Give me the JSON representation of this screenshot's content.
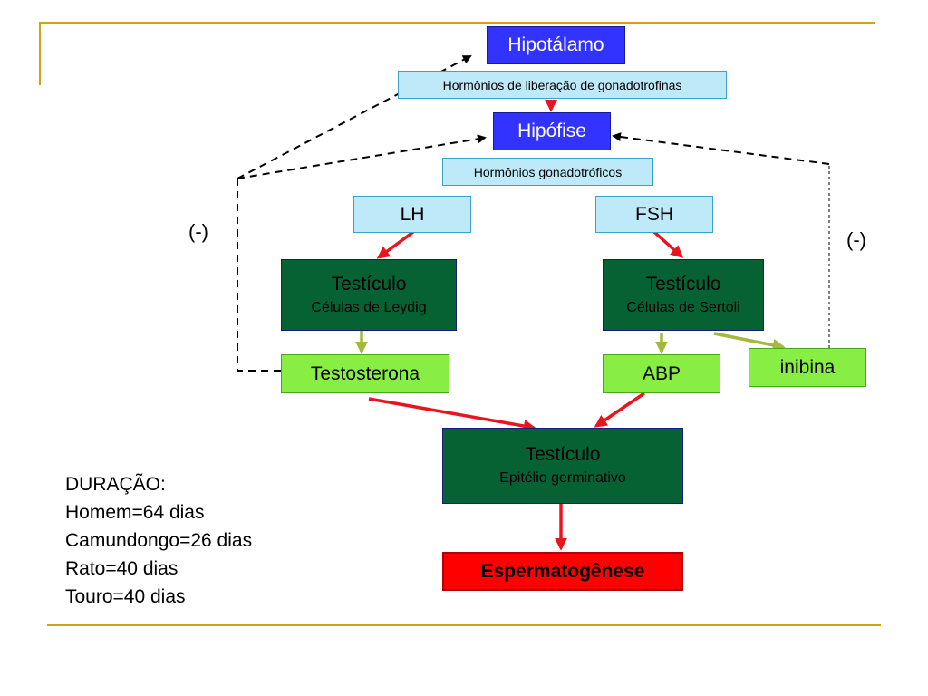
{
  "diagram": {
    "nodes": {
      "hipotalamo": "Hipotálamo",
      "liberacao": "Hormônios de liberação de gonadotrofinas",
      "hipofise": "Hipófise",
      "gonadotroficos": "Hormônios gonadotróficos",
      "lh": "LH",
      "fsh": "FSH",
      "testiculo_leydig": {
        "title": "Testículo",
        "subtitle": "Células de Leydig"
      },
      "testiculo_sertoli": {
        "title": "Testículo",
        "subtitle": "Células de Sertoli"
      },
      "testosterona": "Testosterona",
      "abp": "ABP",
      "inibina": "inibina",
      "testiculo_epitelio": {
        "title": "Testículo",
        "subtitle": "Epitélio germinativo"
      },
      "espermatogenese": "Espermatogênese"
    },
    "feedback_left": "(-)",
    "feedback_right": "(-)",
    "colors": {
      "blue_box": "#3333ff",
      "cyan_box": "#bde9f8",
      "green_box": "#066233",
      "lime_box": "#88ee44",
      "red_box": "#ff0000",
      "red_arrow": "#e8141e",
      "olive_arrow": "#a3b83c",
      "accent_rule": "#d4a017"
    }
  },
  "duracao": {
    "heading": "DURAÇÃO:",
    "lines": [
      "Homem=64 dias",
      "Camundongo=26 dias",
      "Rato=40 dias",
      "Touro=40 dias"
    ]
  }
}
